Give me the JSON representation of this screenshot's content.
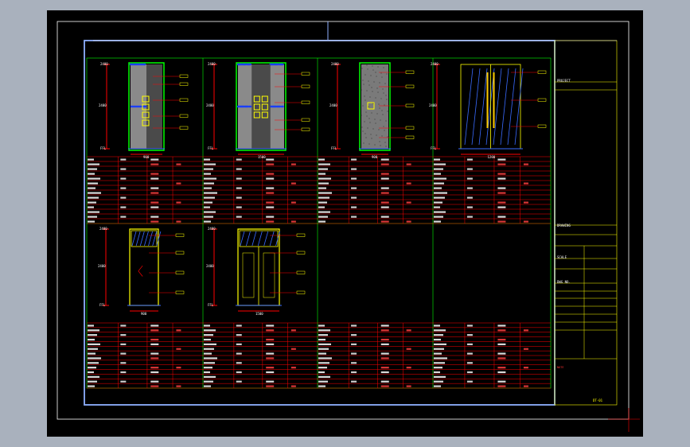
{
  "colors": {
    "background": "#a9b1bd",
    "viewport": "#000000",
    "outer_frame": "#ffffff",
    "inner_frame": "#8fb0ff",
    "grid": "#00ff00",
    "table_lines": "#ff0000",
    "door_frame": "#ffff00",
    "dimension": "#ff0000",
    "text": "#ffffff",
    "glass_hatch": "#3a6bff",
    "stone_fill": "#7a7a7a",
    "pattern_fill": "#4466ff"
  },
  "drawing": {
    "elevation_labels": [
      "2400",
      "2400",
      "2400",
      "2400",
      "2400",
      "2400"
    ],
    "floor_labels": [
      "FFL",
      "FFL",
      "FFL",
      "FFL",
      "FFL",
      "FFL"
    ],
    "width_dims": [
      "900",
      "1500",
      "900",
      "1200",
      "900",
      "1500"
    ],
    "height_dims": [
      "2400",
      "2400",
      "2400",
      "2400",
      "2400",
      "2400"
    ]
  },
  "title_block": {
    "project_label": "PROJECT",
    "drawing_label": "DRAWING",
    "scale_label": "SCALE",
    "number_label": "DWG NO.",
    "sheet_no": "DT-01",
    "notes": "NOTE"
  }
}
